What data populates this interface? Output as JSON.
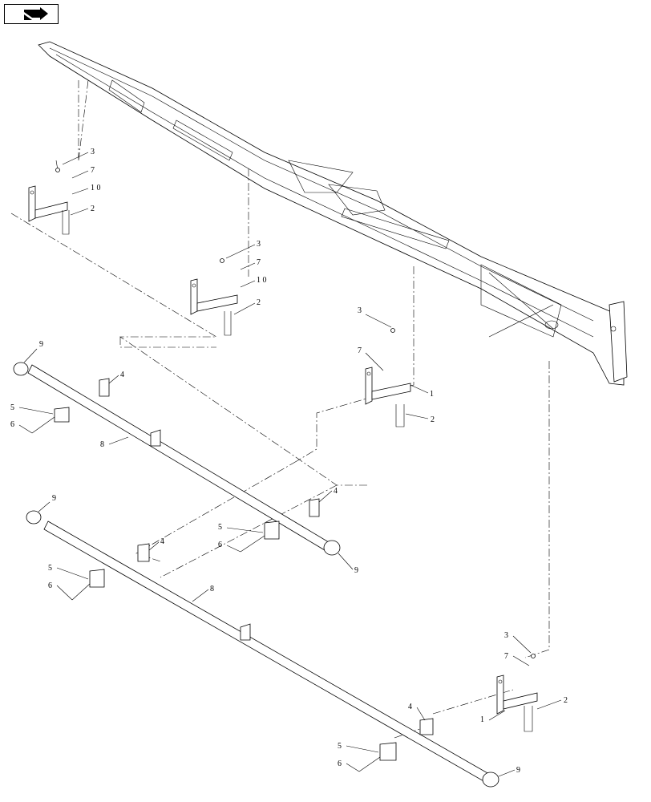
{
  "navigation": {
    "icon": "page-arrow-icon",
    "label": ""
  },
  "diagram": {
    "type": "exploded-parts-view",
    "callouts": {
      "bracket": "1",
      "u_bolt": "2",
      "nut": "3",
      "clamp": "4",
      "clip": "5",
      "bolt": "6",
      "washer": "7",
      "tube": "8",
      "end_cap": "9",
      "bracket_alt": "1 0"
    }
  }
}
